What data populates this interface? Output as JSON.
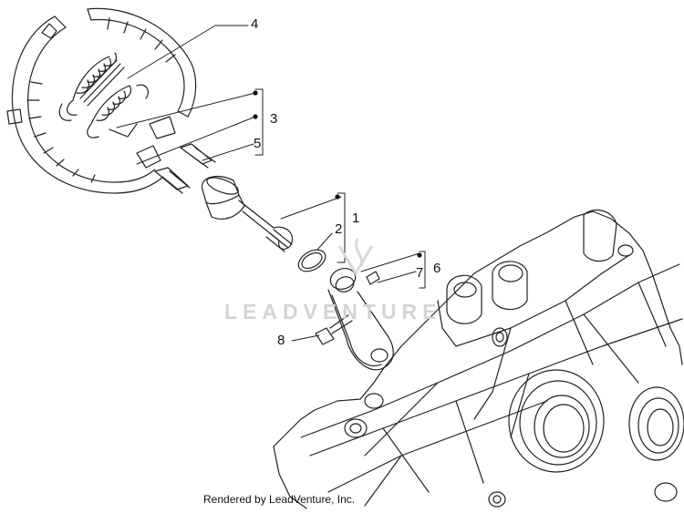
{
  "callouts": [
    {
      "id": "4",
      "label": "4"
    },
    {
      "id": "3",
      "label": "3"
    },
    {
      "id": "5",
      "label": "5"
    },
    {
      "id": "1",
      "label": "1"
    },
    {
      "id": "2",
      "label": "2"
    },
    {
      "id": "6",
      "label": "6"
    },
    {
      "id": "7",
      "label": "7"
    },
    {
      "id": "8",
      "label": "8"
    }
  ],
  "watermark": "LEADVENTURE",
  "footer": "Rendered by LeadVenture, Inc.",
  "colors": {
    "line": "#222222",
    "watermark": "#d4d4d4"
  }
}
